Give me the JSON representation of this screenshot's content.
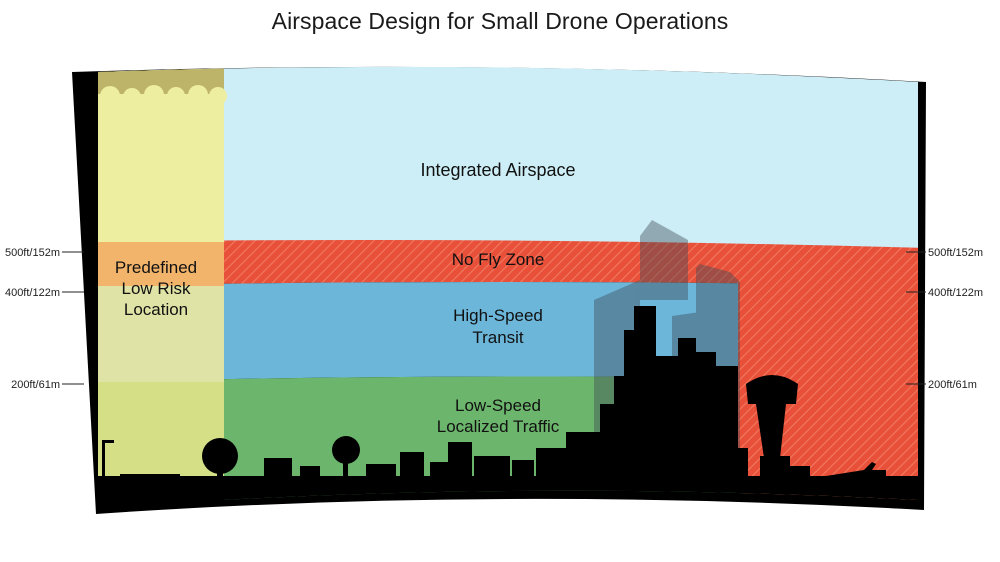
{
  "title": "Airspace Design for Small Drone Operations",
  "zones": {
    "integrated": "Integrated Airspace",
    "no_fly": "No Fly Zone",
    "high_speed_line1": "High-Speed",
    "high_speed_line2": "Transit",
    "low_speed_line1": "Low-Speed",
    "low_speed_line2": "Localized Traffic",
    "low_risk_line1": "Predefined",
    "low_risk_line2": "Low Risk",
    "low_risk_line3": "Location"
  },
  "altitudes": {
    "left_500": "500ft/152m",
    "left_400": "400ft/122m",
    "left_200": "200ft/61m",
    "right_500": "500ft/152m",
    "right_400": "400ft/122m",
    "right_200": "200ft/61m"
  },
  "colors": {
    "integrated": "#cdeef6",
    "no_fly": "#e8503a",
    "high_speed": "#6bb6d9",
    "low_speed": "#6cb56c",
    "low_risk_top": "#eeeea0",
    "low_risk_band": "#f2b36a",
    "silhouette": "#000000"
  }
}
